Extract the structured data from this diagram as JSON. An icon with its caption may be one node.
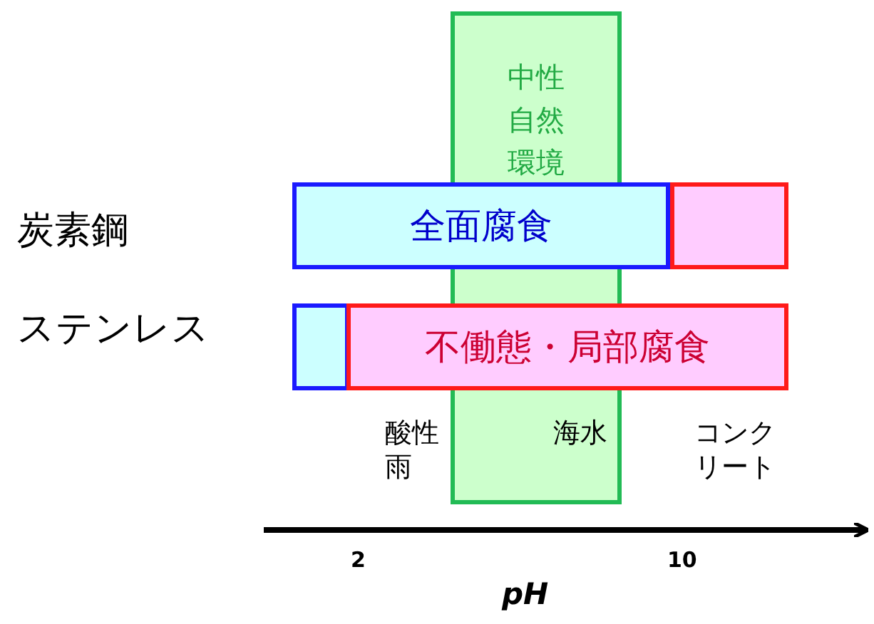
{
  "diagram": {
    "nodes": [
      {
        "text": [
          "中性自然環境"
        ]
      },
      {
        "text": [
          "全面腐食"
        ]
      },
      {
        "text": [],
        "shape": "box"
      },
      {
        "text": [],
        "shape": "box"
      },
      {
        "text": [
          "不働態・局部腐食"
        ]
      }
    ],
    "labels": [
      "炭素鋼",
      "ステンレス",
      "酸性雨",
      "海水",
      "コンクリート",
      "2",
      "10",
      "pH"
    ]
  }
}
